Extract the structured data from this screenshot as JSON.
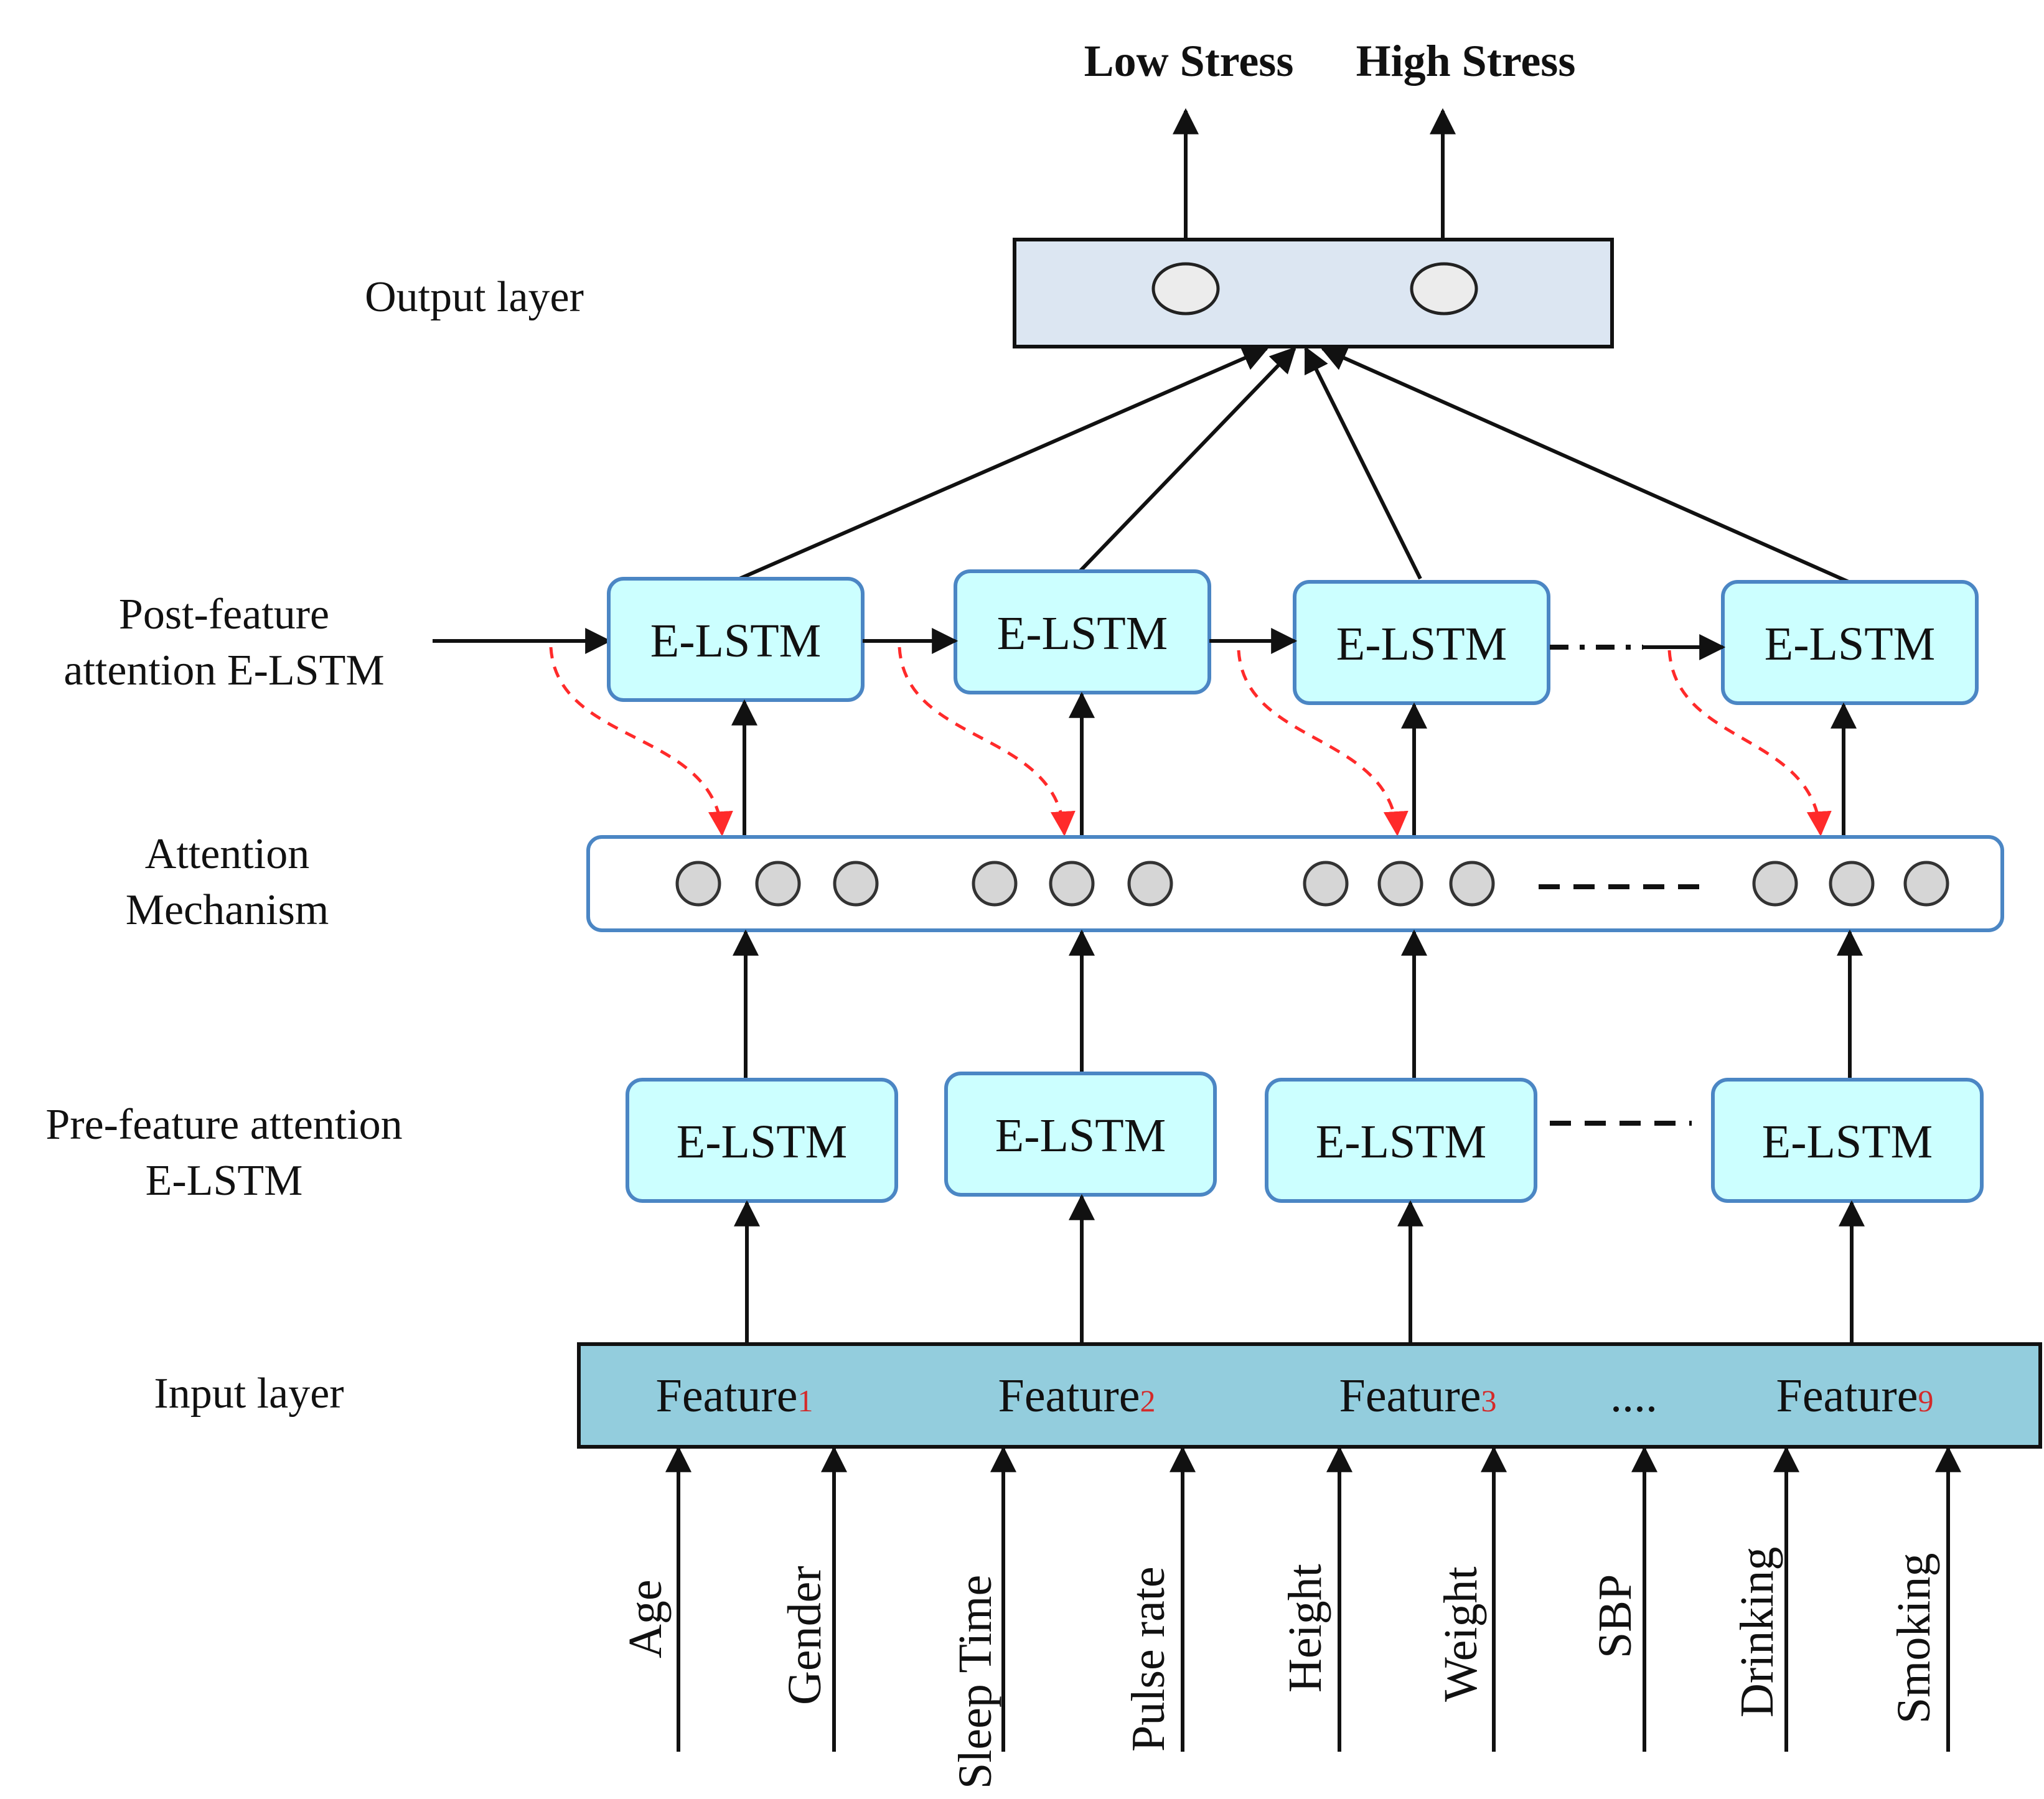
{
  "outputs": [
    "Low Stress",
    "High Stress"
  ],
  "layers": {
    "output": "Output layer",
    "post_line1": "Post-feature",
    "post_line2": "attention E-LSTM",
    "attn_line1": "Attention",
    "attn_line2": "Mechanism",
    "pre_line1": "Pre-feature attention",
    "pre_line2": "E-LSTM",
    "input": "Input layer"
  },
  "cell_label": "E-LSTM",
  "feature_word": "Feature",
  "features": [
    {
      "word": "Feature",
      "index": "1"
    },
    {
      "word": "Feature",
      "index": "2"
    },
    {
      "word": "Feature",
      "index": "3"
    },
    {
      "word": "Feature",
      "index": "9"
    }
  ],
  "ellipsis": "....",
  "inputs": [
    "Age",
    "Gender",
    "Sleep Time",
    "Pulse rate",
    "Height",
    "Weight",
    "SBP",
    "Drinking",
    "Smoking"
  ],
  "colors": {
    "cell_fill": "#ccffff",
    "cell_border": "#4b86c4",
    "input_fill": "#93cddd",
    "output_fill": "#dce6f2",
    "attention_arrow": "#ff2a2a"
  }
}
